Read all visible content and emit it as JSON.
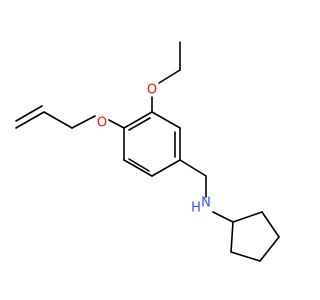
{
  "molecule": {
    "atoms": [
      {
        "id": "o_ethoxy",
        "label": "O",
        "color": "#ff0d0d"
      },
      {
        "id": "o_allyloxy",
        "label": "O",
        "color": "#ff0d0d"
      },
      {
        "id": "nh",
        "label": "N",
        "sublabel": "H",
        "color": "#3050f8"
      }
    ],
    "bond_color": "#000000"
  }
}
